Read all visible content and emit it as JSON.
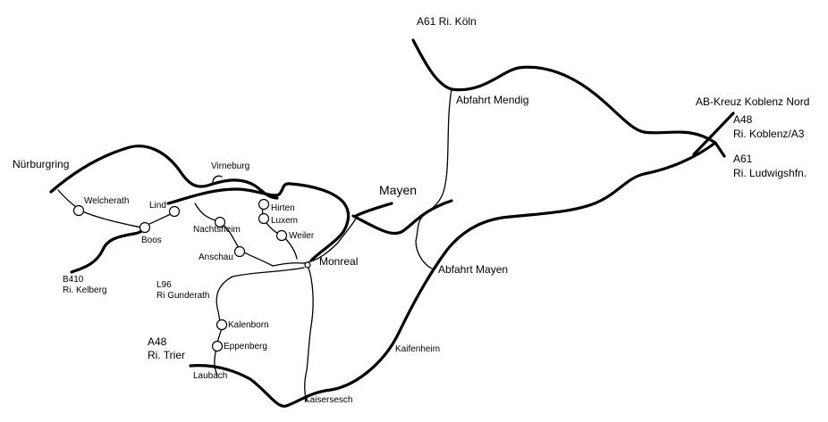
{
  "labels": {
    "a61_koeln": "A61 Ri. Köln",
    "abfahrt_mendig": "Abfahrt Mendig",
    "ab_kreuz": "AB-Kreuz Koblenz Nord",
    "a48_koblenz_1": "A48",
    "a48_koblenz_2": "Ri. Koblenz/A3",
    "a61_ludwig_1": "A61",
    "a61_ludwig_2": "Ri. Ludwigshfn.",
    "nuerburgring": "Nürburgring",
    "virneburg": "Virneburg",
    "welcherath": "Welcherath",
    "lind": "Lind",
    "hirten": "Hirten",
    "luxem": "Luxem",
    "weiler": "Weiler",
    "nachtsheim": "Nachtsheim",
    "boos": "Boos",
    "anschau": "Anschau",
    "mayen": "Mayen",
    "monreal": "Monreal",
    "abfahrt_mayen": "Abfahrt Mayen",
    "b410_1": "B410",
    "b410_2": "Ri. Kelberg",
    "l96_1": "L96",
    "l96_2": "Ri Gunderath",
    "kalenborn": "Kalenborn",
    "eppenberg": "Eppenberg",
    "a48_trier_1": "A48",
    "a48_trier_2": "Ri. Trier",
    "laubach": "Laubach",
    "kaifenheim": "Kaifenheim",
    "kaisersesch": "Kaisersesch"
  }
}
